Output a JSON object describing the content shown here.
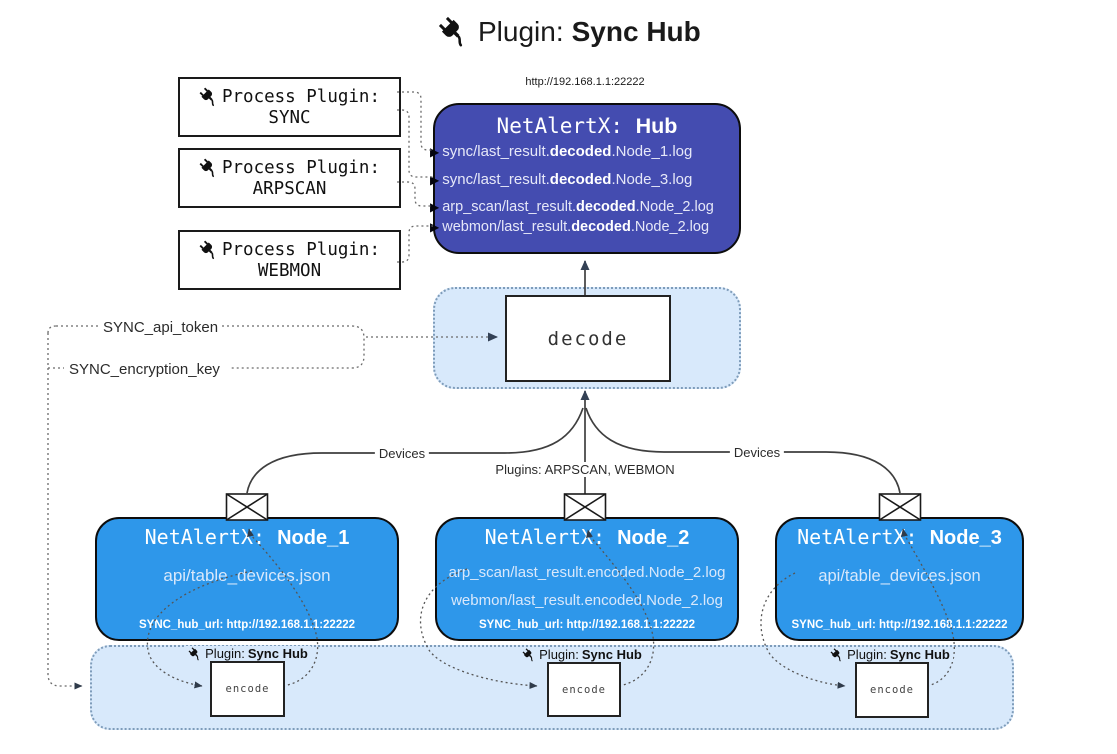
{
  "title": {
    "label": "Plugin:",
    "name": "Sync Hub"
  },
  "hub": {
    "url": "http://192.168.1.1:22222",
    "prefix": "NetAlertX:",
    "name": "Hub",
    "logs": [
      {
        "pre": "sync/last_result.",
        "mid": "decoded",
        "post": ".Node_1.log"
      },
      {
        "pre": "sync/last_result.",
        "mid": "decoded",
        "post": ".Node_3.log"
      },
      {
        "pre": "arp_scan/last_result.",
        "mid": "decoded",
        "post": ".Node_2.log"
      },
      {
        "pre": "webmon/last_result.",
        "mid": "decoded",
        "post": ".Node_2.log"
      }
    ]
  },
  "process_plugins": [
    {
      "label": "Process Plugin:",
      "name": "SYNC"
    },
    {
      "label": "Process Plugin:",
      "name": "ARPSCAN"
    },
    {
      "label": "Process Plugin:",
      "name": "WEBMON"
    }
  ],
  "decode_label": "decode",
  "encode_label": "encode",
  "encoder_label": {
    "prefix": "Plugin:",
    "name": "Sync Hub"
  },
  "keys": {
    "api_token": "SYNC_api_token",
    "encryption_key": "SYNC_encryption_key"
  },
  "edges": {
    "devices": "Devices",
    "plugins": "Plugins: ARPSCAN, WEBMON"
  },
  "nodes": [
    {
      "prefix": "NetAlertX:",
      "name": "Node_1",
      "files": [
        "api/table_devices.json"
      ],
      "hub_url": "SYNC_hub_url: http://192.168.1.1:22222"
    },
    {
      "prefix": "NetAlertX:",
      "name": "Node_2",
      "files": [
        "arp_scan/last_result.encoded.Node_2.log",
        "webmon/last_result.encoded.Node_2.log"
      ],
      "hub_url": "SYNC_hub_url: http://192.168.1.1:22222"
    },
    {
      "prefix": "NetAlertX:",
      "name": "Node_3",
      "files": [
        "api/table_devices.json"
      ],
      "hub_url": "SYNC_hub_url: http://192.168.1.1:22222"
    }
  ],
  "colors": {
    "hub_bg": "#444CB0",
    "node_bg": "#2E97EA",
    "panel_bg": "#D8E9FB",
    "arrowhead": "#334155",
    "line": "#3f3f3f"
  }
}
